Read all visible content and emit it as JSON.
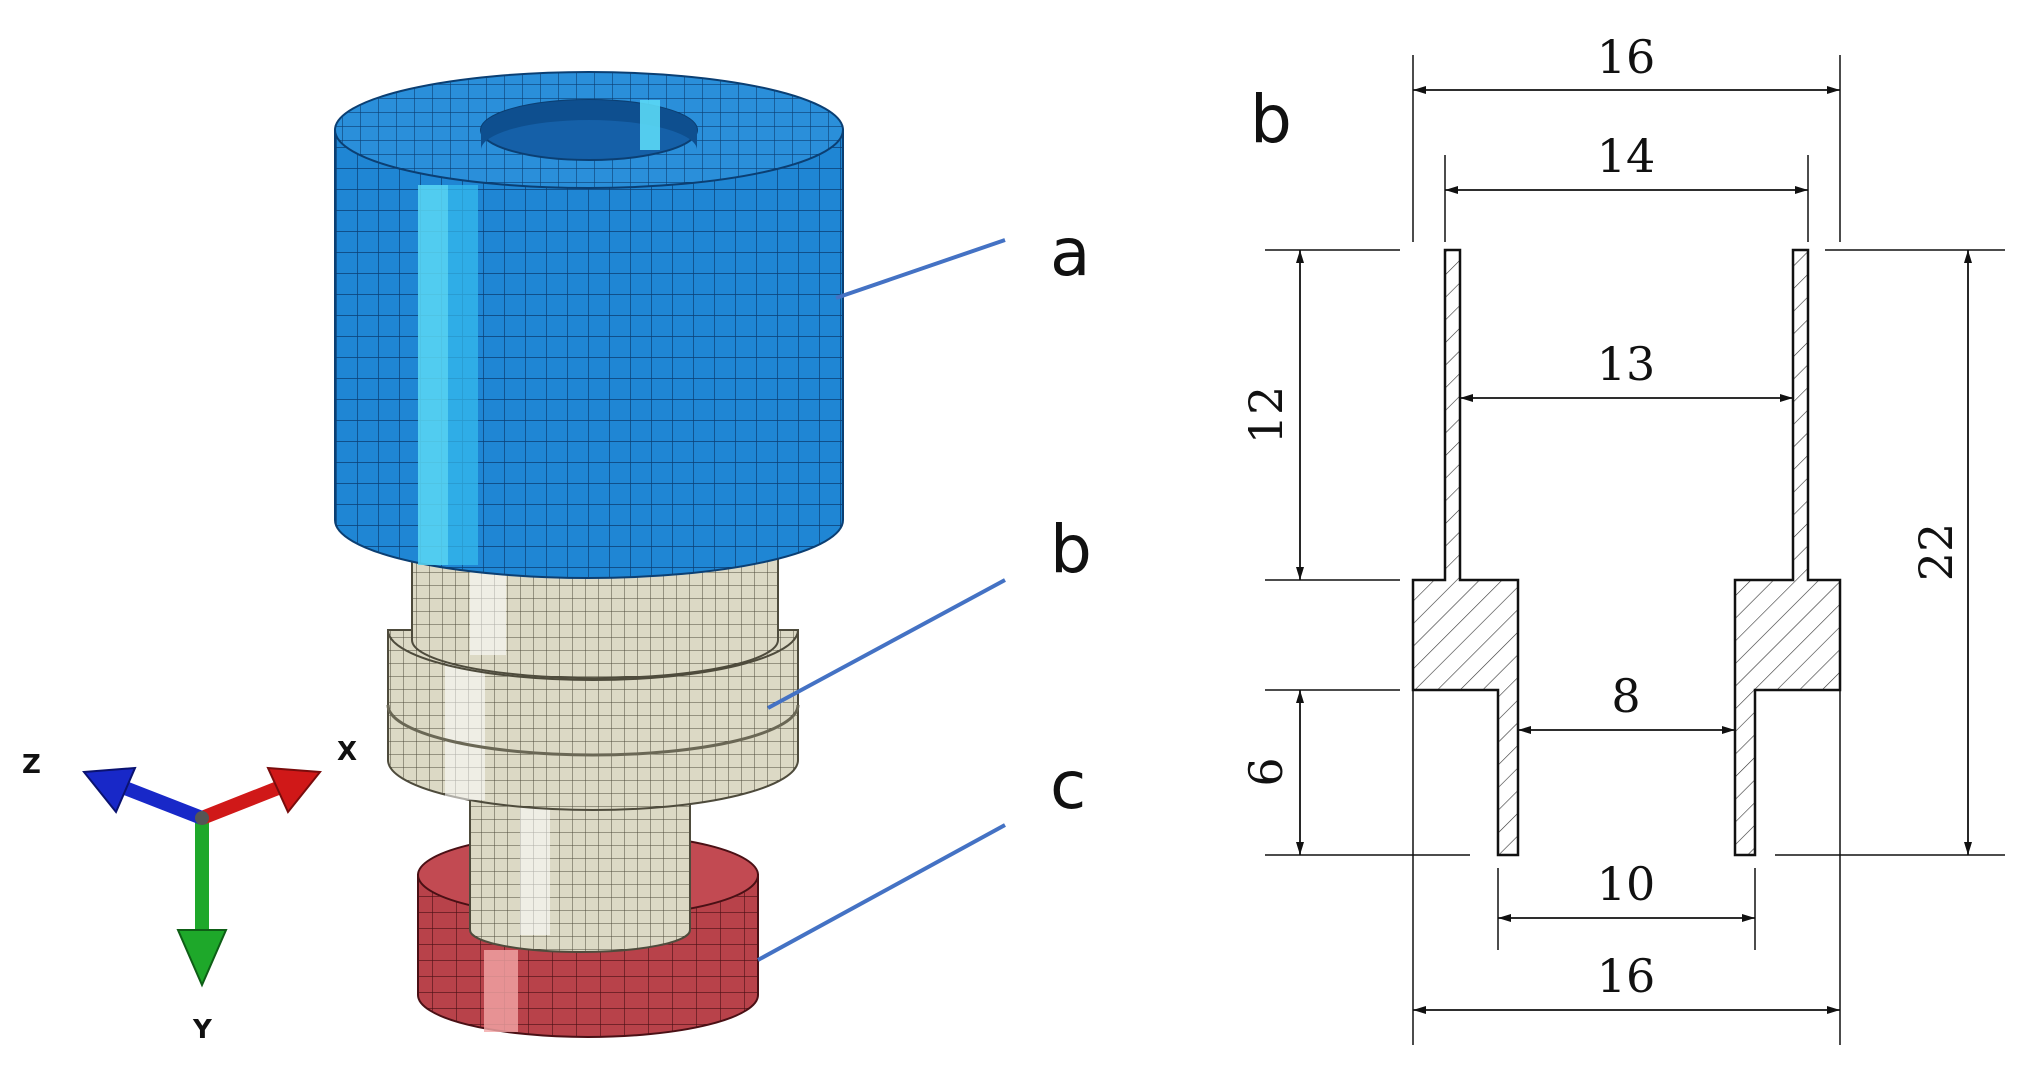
{
  "model": {
    "labels": {
      "a": "a",
      "b": "b",
      "c": "c"
    },
    "colors": {
      "part_a": "#1f86d4",
      "part_a_dark": "#1560a8",
      "part_a_highlight": "#5ad8f5",
      "part_b": "#dcd9c5",
      "part_b_dark": "#bdb9a2",
      "part_b_highlight": "#ffffff",
      "part_c": "#b8424a",
      "part_c_dark": "#8c2a31",
      "part_c_highlight": "#f2a6a6",
      "leader": "#4472c4"
    }
  },
  "axes_triad": {
    "x_label": "X",
    "y_label": "Y",
    "z_label": "Z",
    "colors": {
      "x": "#d01818",
      "y": "#1ea82a",
      "z": "#1828c8"
    }
  },
  "drawing": {
    "label": "b",
    "dims": {
      "outer_top": "16",
      "top_outer": "14",
      "top_inner": "13",
      "bottom_inner": "8",
      "bottom_outer": "10",
      "outer_bottom": "16",
      "top_height": "12",
      "bottom_height": "6",
      "total_height": "22"
    }
  }
}
